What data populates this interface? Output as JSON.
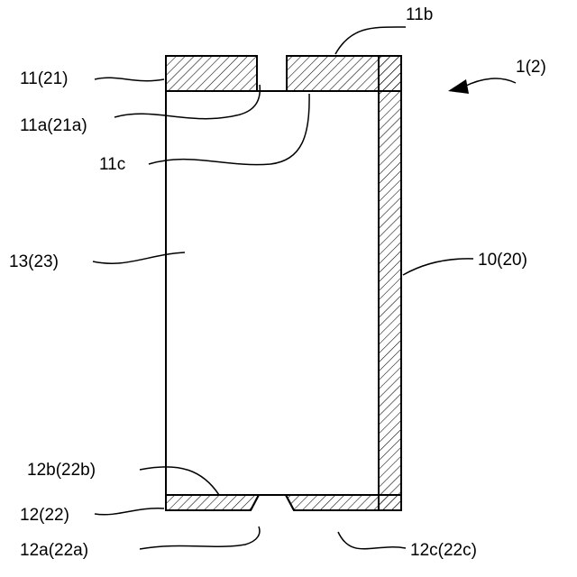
{
  "colors": {
    "stroke": "#000000",
    "background": "#ffffff",
    "hatch": "#000000"
  },
  "labels": {
    "top_right_ref": "11b",
    "assembly": "1(2)",
    "top_cap": "11(21)",
    "top_hole": "11a(21a)",
    "top_inner": "11c",
    "interior": "13(23)",
    "body": "10(20)",
    "bottom_inner": "12b(22b)",
    "bottom_cap": "12(22)",
    "bottom_hole": "12a(22a)",
    "bottom_outer": "12c(22c)"
  }
}
